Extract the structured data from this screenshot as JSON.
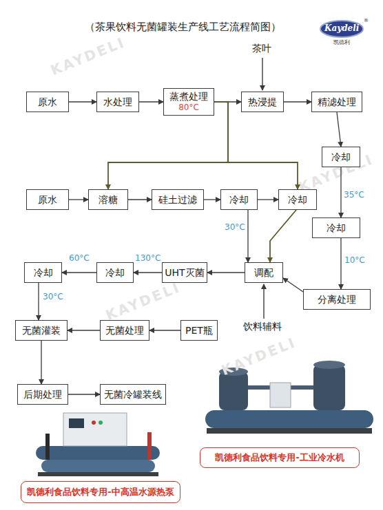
{
  "diagram": {
    "title": "（茶果饮料无菌罐装生产线工艺流程简图）",
    "nodes": [
      {
        "text": [
          "原水"
        ]
      },
      {
        "text": [
          "水处理"
        ]
      },
      {
        "text": [
          "蒸煮处理",
          "80°C"
        ]
      },
      {
        "text": [
          "热浸提"
        ]
      },
      {
        "text": [
          "精滤处理"
        ]
      },
      {
        "text": [
          "冷却"
        ]
      },
      {
        "text": [
          "原水"
        ]
      },
      {
        "text": [
          "溶糖"
        ]
      },
      {
        "text": [
          "硅土过滤"
        ]
      },
      {
        "text": [
          "冷却"
        ]
      },
      {
        "text": [
          "冷却"
        ]
      },
      {
        "text": [
          "冷却"
        ]
      },
      {
        "text": [
          "冷却"
        ]
      },
      {
        "text": [
          "冷却"
        ]
      },
      {
        "text": [
          "UHT灭菌"
        ]
      },
      {
        "text": [
          "调配"
        ]
      },
      {
        "text": [
          "分离处理"
        ]
      },
      {
        "text": [
          "无菌灌装"
        ]
      },
      {
        "text": [
          "无菌处理"
        ]
      },
      {
        "text": [
          "PET瓶"
        ]
      },
      {
        "text": [
          "后期处理"
        ]
      },
      {
        "text": [
          "无菌冷罐装线"
        ]
      },
      {
        "text": [
          "凯德利食品饮料专用-工业冷水机"
        ]
      },
      {
        "text": [
          "凯德利食品饮料专用-中高温水源热泵"
        ]
      }
    ],
    "edges": [
      {
        "from": 0,
        "to": 1,
        "arrow": "to"
      },
      {
        "from": 1,
        "to": 2,
        "arrow": "to"
      },
      {
        "from": 2,
        "to": 3,
        "arrow": "to"
      },
      {
        "from": 3,
        "to": 4,
        "arrow": "to"
      },
      {
        "from": 4,
        "to": 5,
        "arrow": "to"
      },
      {
        "from": 5,
        "to": 11,
        "label": "35°C",
        "arrow": "to"
      },
      {
        "from": 11,
        "to": 16,
        "label": "10°C",
        "arrow": "to"
      },
      {
        "from": 16,
        "to": 15,
        "arrow": "to"
      },
      {
        "from": 6,
        "to": 7,
        "arrow": "to"
      },
      {
        "from": 7,
        "to": 8,
        "arrow": "to"
      },
      {
        "from": 8,
        "to": 9,
        "arrow": "to"
      },
      {
        "from": 9,
        "to": 10,
        "arrow": "to"
      },
      {
        "from": 9,
        "to": 15,
        "label": "30°C",
        "arrow": "to"
      },
      {
        "from": 10,
        "to": 15,
        "arrow": "to"
      },
      {
        "from": 15,
        "to": 14,
        "arrow": "to"
      },
      {
        "from": 14,
        "to": 13,
        "label": "130°C",
        "arrow": "to"
      },
      {
        "from": 13,
        "to": 12,
        "label": "60°C",
        "arrow": "to"
      },
      {
        "from": 12,
        "to": 17,
        "label": "30°C",
        "arrow": "to"
      },
      {
        "from": 19,
        "to": 18,
        "arrow": "to"
      },
      {
        "from": 18,
        "to": 17,
        "arrow": "to"
      },
      {
        "from": 17,
        "to": 20,
        "arrow": "to"
      },
      {
        "from": 20,
        "to": 21,
        "arrow": "to"
      },
      {
        "from": 2,
        "to": 7,
        "arrow": "to"
      },
      {
        "from": 2,
        "to": 10,
        "arrow": "to"
      }
    ],
    "labels": [
      "茶叶",
      "饮料辅料",
      "Kaydeli",
      "®",
      "凯德利",
      "KAYDELI",
      "KAYDELI",
      "KAYDELI",
      "KAYDELI"
    ]
  }
}
